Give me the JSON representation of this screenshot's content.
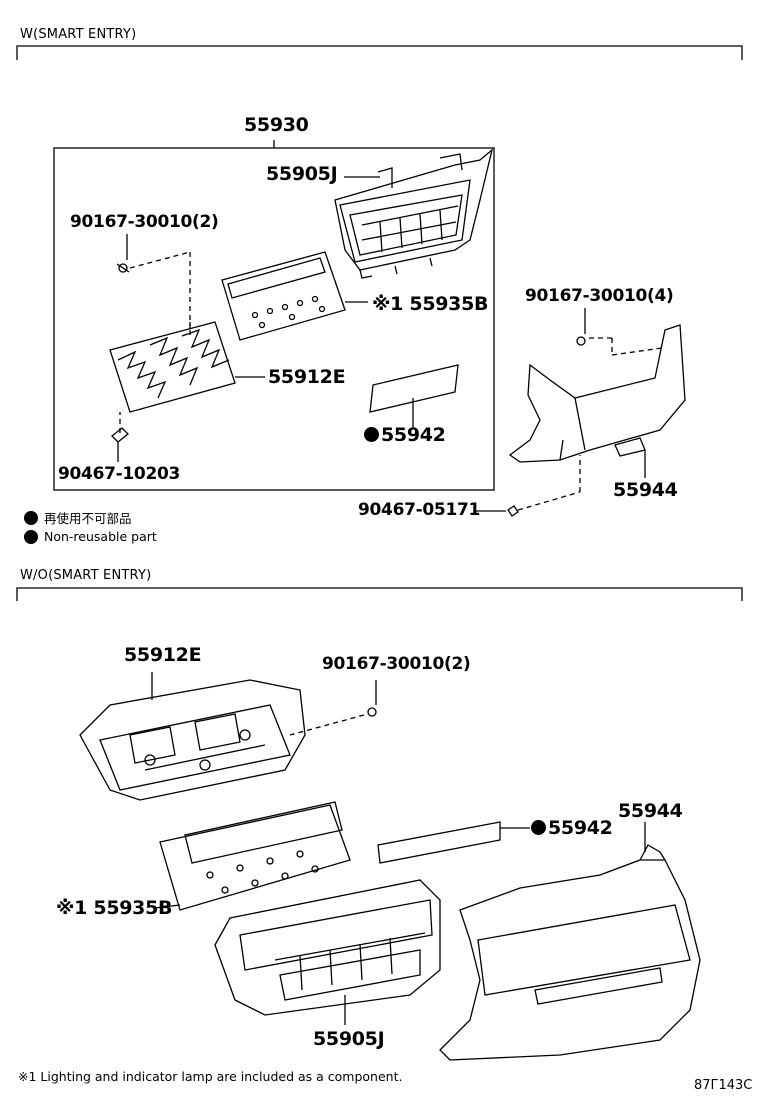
{
  "sections": {
    "smart_entry": {
      "title": "W(SMART ENTRY)"
    },
    "no_smart_entry": {
      "title": "W/O(SMART ENTRY)"
    }
  },
  "section1": {
    "assembly": "55930",
    "control_unit": "55905J",
    "screw_pair": "90167-30010(2)",
    "circuit_board": "※1 55935B",
    "frame": "55912E",
    "clip": "90467-10203",
    "film": "55942",
    "bezel_screw": "90167-30010(4)",
    "bezel": "55944",
    "bezel_clip": "90467-05171"
  },
  "legend": {
    "japanese": "再使用不可部品",
    "english": "Non-reusable part"
  },
  "section2": {
    "frame": "55912E",
    "screw_pair": "90167-30010(2)",
    "film": "55942",
    "bezel": "55944",
    "circuit_board": "※1 55935B",
    "control_unit": "55905J"
  },
  "footnote": "※1 Lighting and indicator lamp are included as a component.",
  "illustration_code": "87Г143С"
}
